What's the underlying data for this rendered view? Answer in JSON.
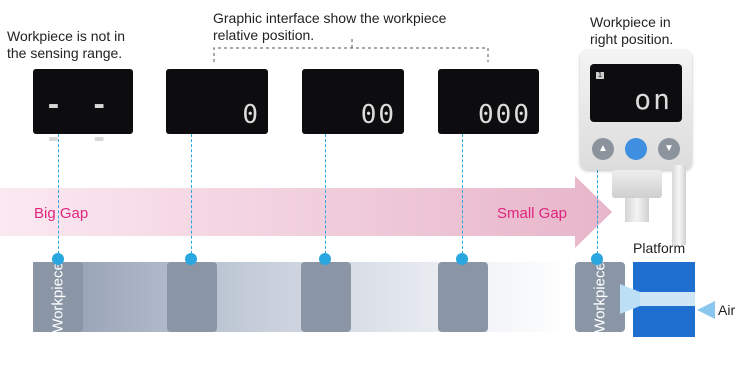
{
  "captions": {
    "not_in_range": "Workpiece is not in\nthe sensing range.",
    "graphic_interface": "Graphic interface show the workpiece\nrelative position.",
    "right_position": "Workpiece in\nright position."
  },
  "displays": {
    "d1": "- - - -",
    "d2": "0",
    "d3": "00",
    "d4": "000",
    "sensor": "on",
    "sensor_indicator": "1"
  },
  "arrow": {
    "left_label": "Big Gap",
    "right_label": "Small Gap"
  },
  "blocks": {
    "label": "Workpiece"
  },
  "platform": {
    "label": "Platform",
    "air_label": "Air"
  },
  "colors": {
    "accent_blue": "#2aa6e0",
    "label_pink": "#e0247f",
    "platform_blue": "#1f6fd1",
    "workpiece_gray": "#8a96a6"
  }
}
